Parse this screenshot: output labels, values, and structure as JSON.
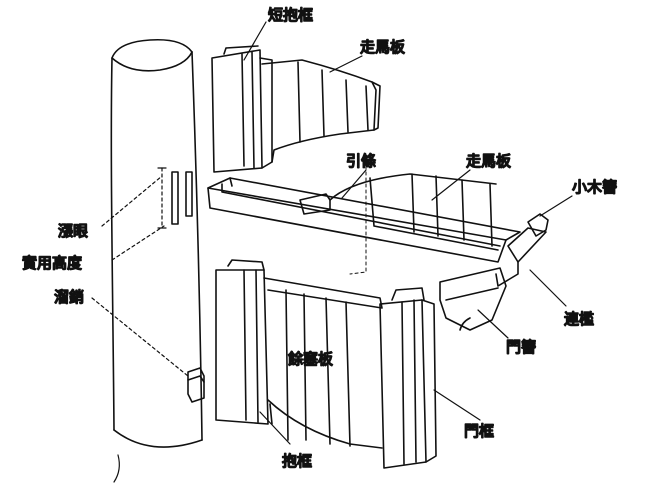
{
  "labels": {
    "short_frame": "短抱框",
    "walk_board_top": "走馬板",
    "lead_strip": "引條",
    "walk_board_right": "走馬板",
    "small_beam": "小木簪",
    "rising_eye": "漲眼",
    "real_height": "實用高度",
    "slide_pin": "溜銷",
    "connecting_sill": "連檻",
    "door_beam": "門簪",
    "filler_board": "餘塞板",
    "door_frame": "門框",
    "side_frame": "抱框"
  }
}
